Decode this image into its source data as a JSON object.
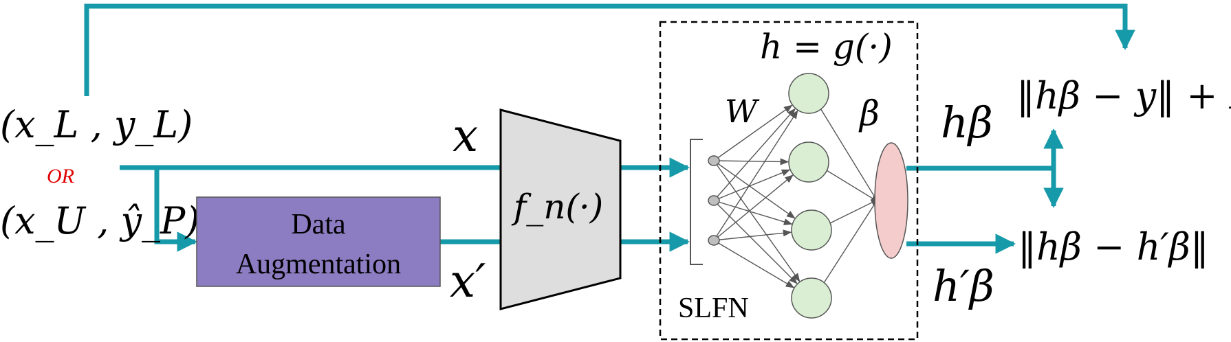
{
  "colors": {
    "teal": "#1699A8",
    "augment_fill": "#8C7DC2",
    "trapezoid_fill": "#DEDEDE",
    "hidden_node_fill": "#D9EED2",
    "output_node_fill": "#F4CCCC",
    "input_node_fill": "#BFBFBF",
    "or_color": "#E00000"
  },
  "inputs": {
    "labeled": "(x_L , y_L)",
    "separator": "OR",
    "unlabeled": "(x_U , ŷ_P)"
  },
  "augmentation": {
    "line1": "Data",
    "line2": "Augmentation"
  },
  "features": {
    "x": "x",
    "x_prime": "x′",
    "encoder": "f_n(·)"
  },
  "slfn": {
    "name": "SLFN",
    "activation": "h = g(·)",
    "input_weight": "W",
    "output_weight": "β"
  },
  "outputs": {
    "h_beta": "hβ",
    "h_prime_beta": "h′β",
    "supervised_loss": "‖hβ − y‖ + R",
    "consistency_loss": "‖hβ − h′β‖"
  }
}
